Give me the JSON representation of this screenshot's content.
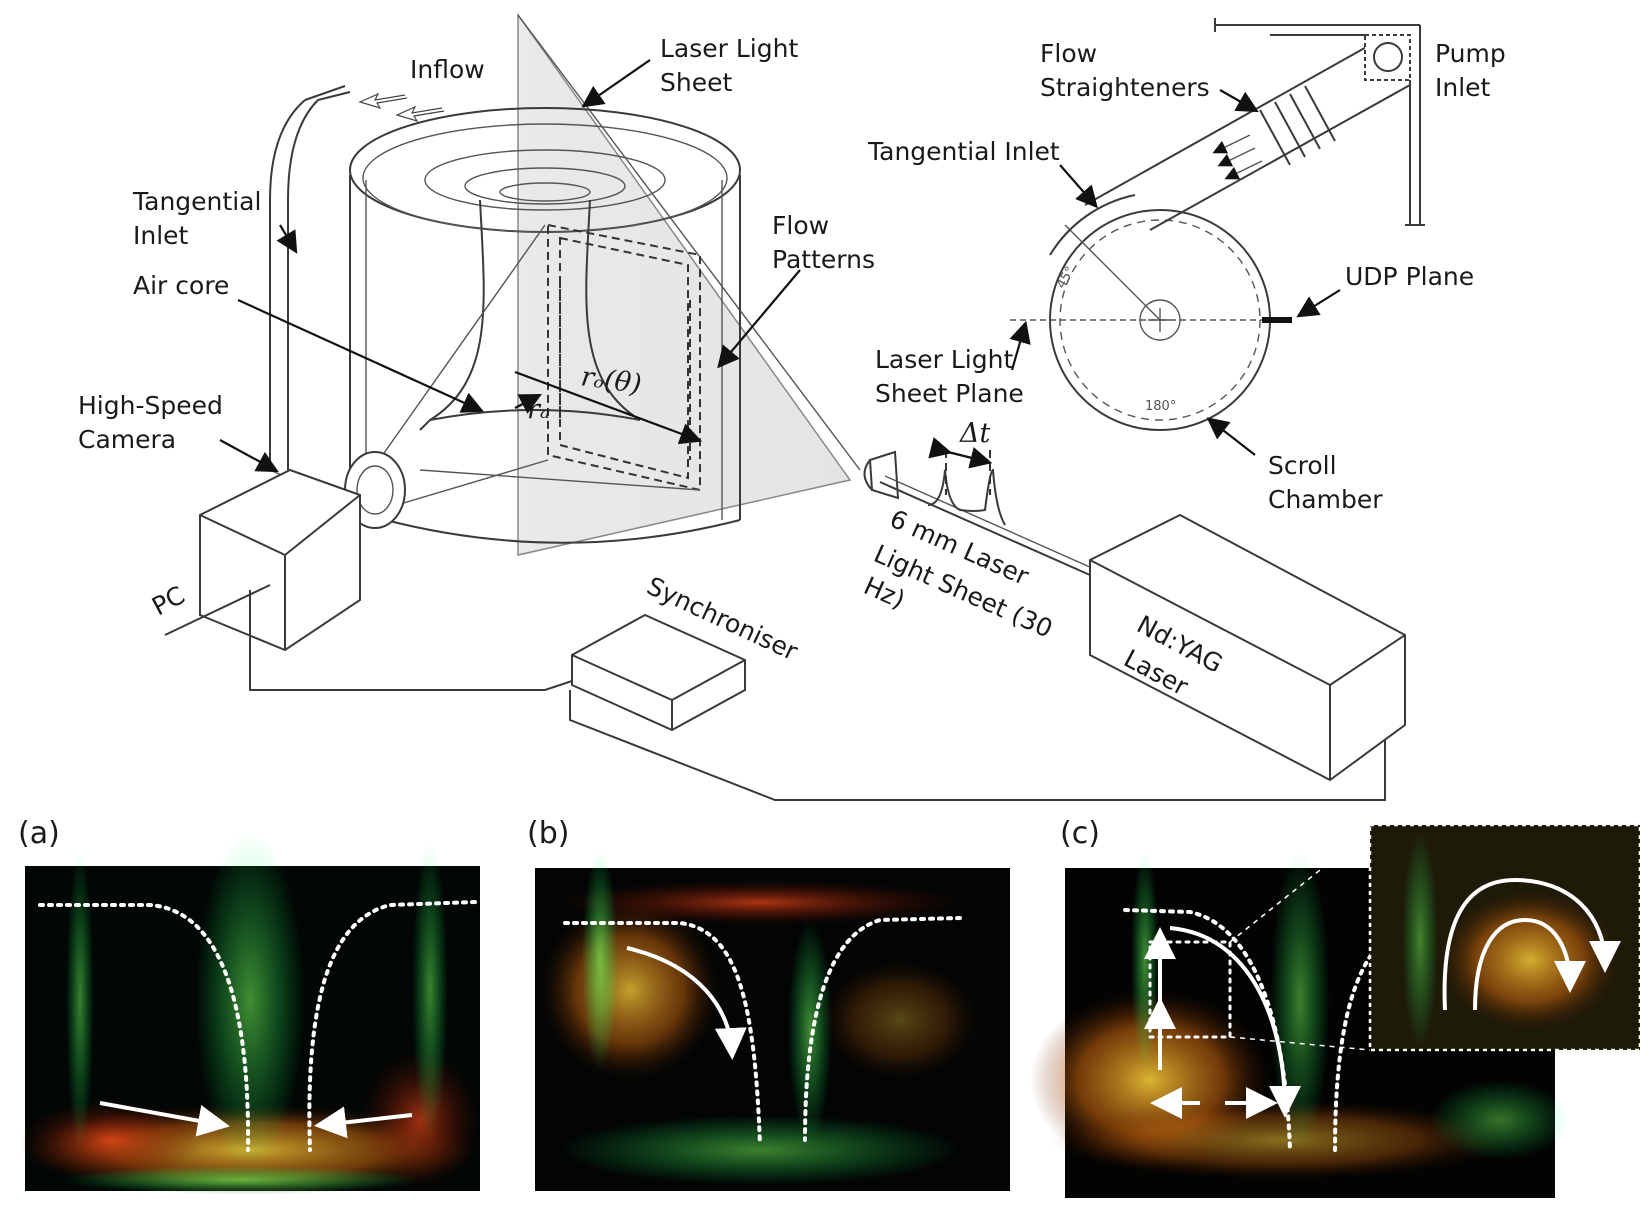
{
  "schematic": {
    "labels": {
      "inflow": "Inflow",
      "laser_light_sheet_1": "Laser Light",
      "laser_light_sheet_2": "Sheet",
      "flow_straighteners_1": "Flow",
      "flow_straighteners_2": "Straighteners",
      "pump_inlet_1": "Pump",
      "pump_inlet_2": "Inlet",
      "tangential_inlet_left_1": "Tangential",
      "tangential_inlet_left_2": "Inlet",
      "tangential_inlet_right": "Tangential Inlet",
      "flow_patterns_1": "Flow",
      "flow_patterns_2": "Patterns",
      "air_core": "Air core",
      "udp_plane": "UDP Plane",
      "laser_sheet_plane_1": "Laser Light",
      "laser_sheet_plane_2": "Sheet Plane",
      "high_speed_camera_1": "High-Speed",
      "high_speed_camera_2": "Camera",
      "scroll_chamber_1": "Scroll",
      "scroll_chamber_2": "Chamber",
      "ro_theta": "rₒ(θ)",
      "ra": "rₐ",
      "delta_t": "Δt",
      "laser_sheet_spec_1": "6 mm Laser",
      "laser_sheet_spec_2": "Light Sheet (30",
      "laser_sheet_spec_3": "Hz)",
      "pc": "PC",
      "synchroniser": "Synchroniser",
      "ndyag_1": "Nd:YAG",
      "ndyag_2": "Laser",
      "angle_45": "45°",
      "angle_180": "180°"
    }
  },
  "photos": {
    "panel_a": "(a)",
    "panel_b": "(b)",
    "panel_c": "(c)"
  }
}
